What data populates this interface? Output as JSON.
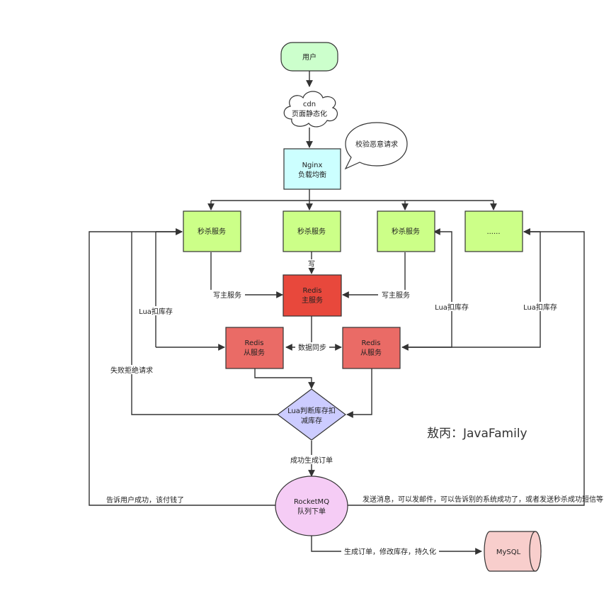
{
  "nodes": {
    "user": "用户",
    "cdn_1": "cdn",
    "cdn_2": "页面静态化",
    "nginx_1": "Nginx",
    "nginx_2": "负载均衡",
    "callout": "校验恶意请求",
    "seckill_1": "秒杀服务",
    "seckill_2": "秒杀服务",
    "seckill_3": "秒杀服务",
    "seckill_more": "......",
    "redis_master_1": "Redis",
    "redis_master_2": "主服务",
    "redis_slave_left_1": "Redis",
    "redis_slave_left_2": "从服务",
    "redis_slave_right_1": "Redis",
    "redis_slave_right_2": "从服务",
    "decision_1": "Lua判断库存扣",
    "decision_2": "减库存",
    "mq_1": "RocketMQ",
    "mq_2": "队列下单",
    "mysql": "MySQL"
  },
  "edges": {
    "write": "写",
    "write_master_left": "写主服务",
    "write_master_right": "写主服务",
    "lua_deduct_left": "Lua扣库存",
    "lua_deduct_mid": "Lua扣库存",
    "lua_deduct_right": "Lua扣库存",
    "data_sync": "数据同步",
    "reject": "失败拒绝请求",
    "order_success": "成功生成订单",
    "tell_user": "告诉用户成功，该付钱了",
    "notify_others": "发送消息，可以发邮件，可以告诉别的系统成功了，或者发送秒杀成功短信等",
    "persist": "生成订单，修改库存，持久化"
  },
  "watermark": "敖丙：JavaFamily"
}
